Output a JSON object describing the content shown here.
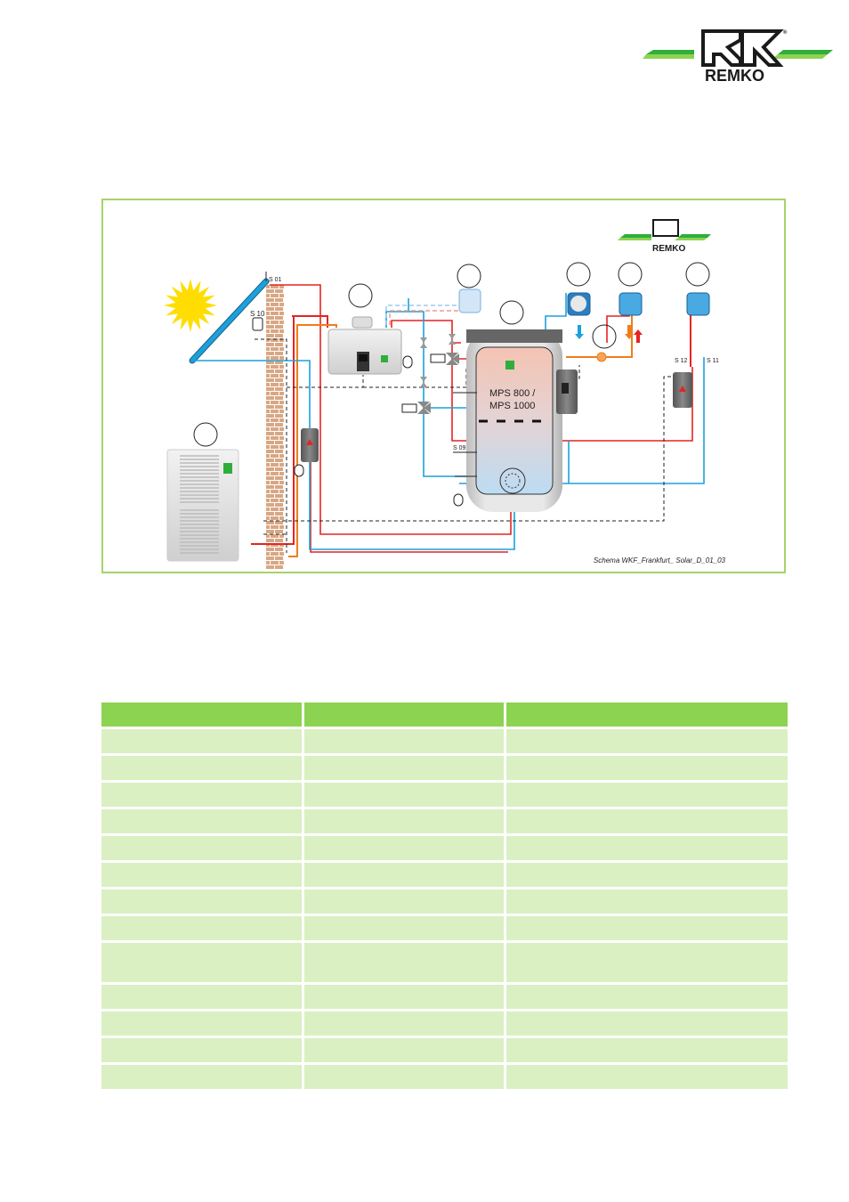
{
  "brand": {
    "name": "REMKO",
    "registered_mark": "®"
  },
  "colors": {
    "brand_green_dark": "#2fae3a",
    "brand_green_light": "#8dd352",
    "frame_border": "#a7d36a",
    "table_header": "#8dd352",
    "table_row": "#daf0c2",
    "pipe_hot": "#e52421",
    "pipe_cold": "#1ba1dc",
    "pipe_orange": "#ef7d1a"
  },
  "diagram": {
    "sensor_labels": {
      "s01": "S 01",
      "s10": "S 10",
      "s09": "S 09",
      "s12": "S 12",
      "s11": "S 11"
    },
    "tank_label_line1": "MPS 800 /",
    "tank_label_line2": "MPS 1000",
    "caption": "Schema WKF_Frankfurt_ Solar_D_01_03",
    "icons": [
      "sun-icon",
      "solar-collector-icon",
      "brick-wall-icon",
      "outdoor-unit-icon",
      "indoor-unit-icon",
      "room-thermostat-icon",
      "storage-tank-icon",
      "water-meter-icon",
      "shower-icon",
      "floor-heating-icon",
      "pump-station-icon",
      "expansion-vessel-icon",
      "valve-icon",
      "mixing-valve-icon",
      "actuator-icon"
    ]
  },
  "table": {
    "columns": 3,
    "header": [
      "",
      "",
      ""
    ],
    "rows": [
      [
        "",
        "",
        ""
      ],
      [
        "",
        "",
        ""
      ],
      [
        "",
        "",
        ""
      ],
      [
        "",
        "",
        ""
      ],
      [
        "",
        "",
        ""
      ],
      [
        "",
        "",
        ""
      ],
      [
        "",
        "",
        ""
      ],
      [
        "",
        "",
        ""
      ],
      [
        "",
        "",
        ""
      ],
      [
        "",
        "",
        ""
      ],
      [
        "",
        "",
        ""
      ],
      [
        "",
        "",
        ""
      ],
      [
        "",
        "",
        ""
      ]
    ],
    "tall_row_index": 8
  }
}
